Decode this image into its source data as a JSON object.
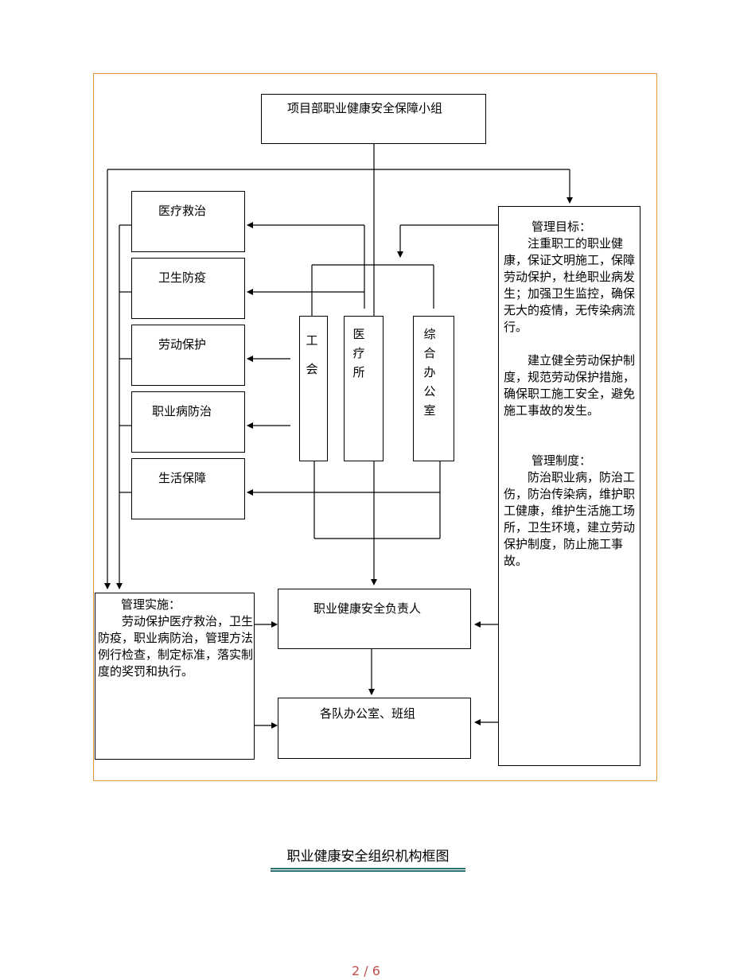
{
  "diagram": {
    "top": "项目部职业健康安全保障小组",
    "left_items": [
      "医疗救治",
      "卫生防疫",
      "劳动保护",
      "职业病防治",
      "生活保障"
    ],
    "units": [
      "工会",
      "医疗所",
      "综合办公室"
    ],
    "responsible": "职业健康安全负责人",
    "teams": "各队办公室、班组",
    "implementation": {
      "title": "管理实施：",
      "body": "　　劳动保护医疗救治，卫生防疫，职业病防治，管理方法例行检查，制定标准，落实制度的奖罚和执行。"
    },
    "goals": {
      "title": "管理目标：",
      "p1": "　　注重职工的职业健康，保证文明施工，保障劳动保护，杜绝职业病发生；加强卫生监控，确保无大的疫情，无传染病流行。",
      "p2": "　　建立健全劳动保护制度，规范劳动保护措施，确保职工施工安全，避免施工事故的发生。",
      "rules_title": "管理制度：",
      "p3": "　　防治职业病，防治工伤，防治传染病，维护职工健康，维护生活施工场所，卫生环境，建立劳动保护制度，防止施工事故。"
    }
  },
  "caption": "职业健康安全组织机构框图",
  "page": {
    "current": "2",
    "separator": "/",
    "total": "6"
  },
  "colors": {
    "frame": "#e8953f",
    "rule": "#2e6e6e",
    "page_number": "#c0504d"
  }
}
